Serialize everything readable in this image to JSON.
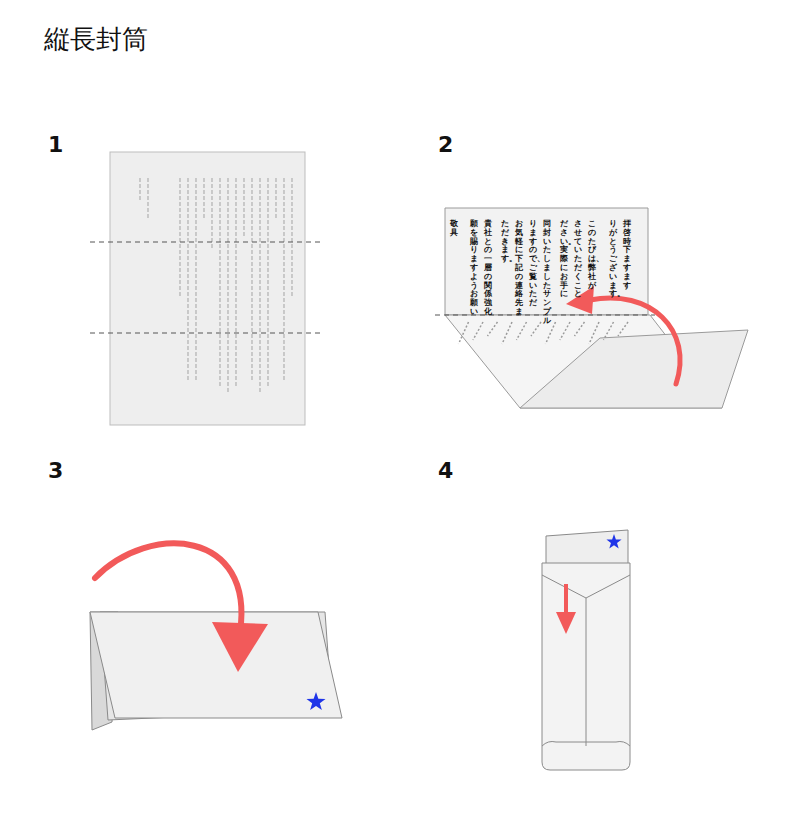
{
  "diagram": {
    "title": "縦長封筒",
    "labels": [
      "1",
      "2",
      "3",
      "4",
      "拝啓　時下ますます",
      "りがとうございます。",
      "このたびは、弊社が",
      "させていただくこと",
      "ださい。実際にお手に",
      "同封いたしましたサンプル",
      "りますので、ご覧いただ",
      "お気軽に下記の連絡先ま",
      "ただきます。",
      "貴社との一層の関係強化",
      "願を賜りますようお願い",
      "敬具"
    ]
  }
}
